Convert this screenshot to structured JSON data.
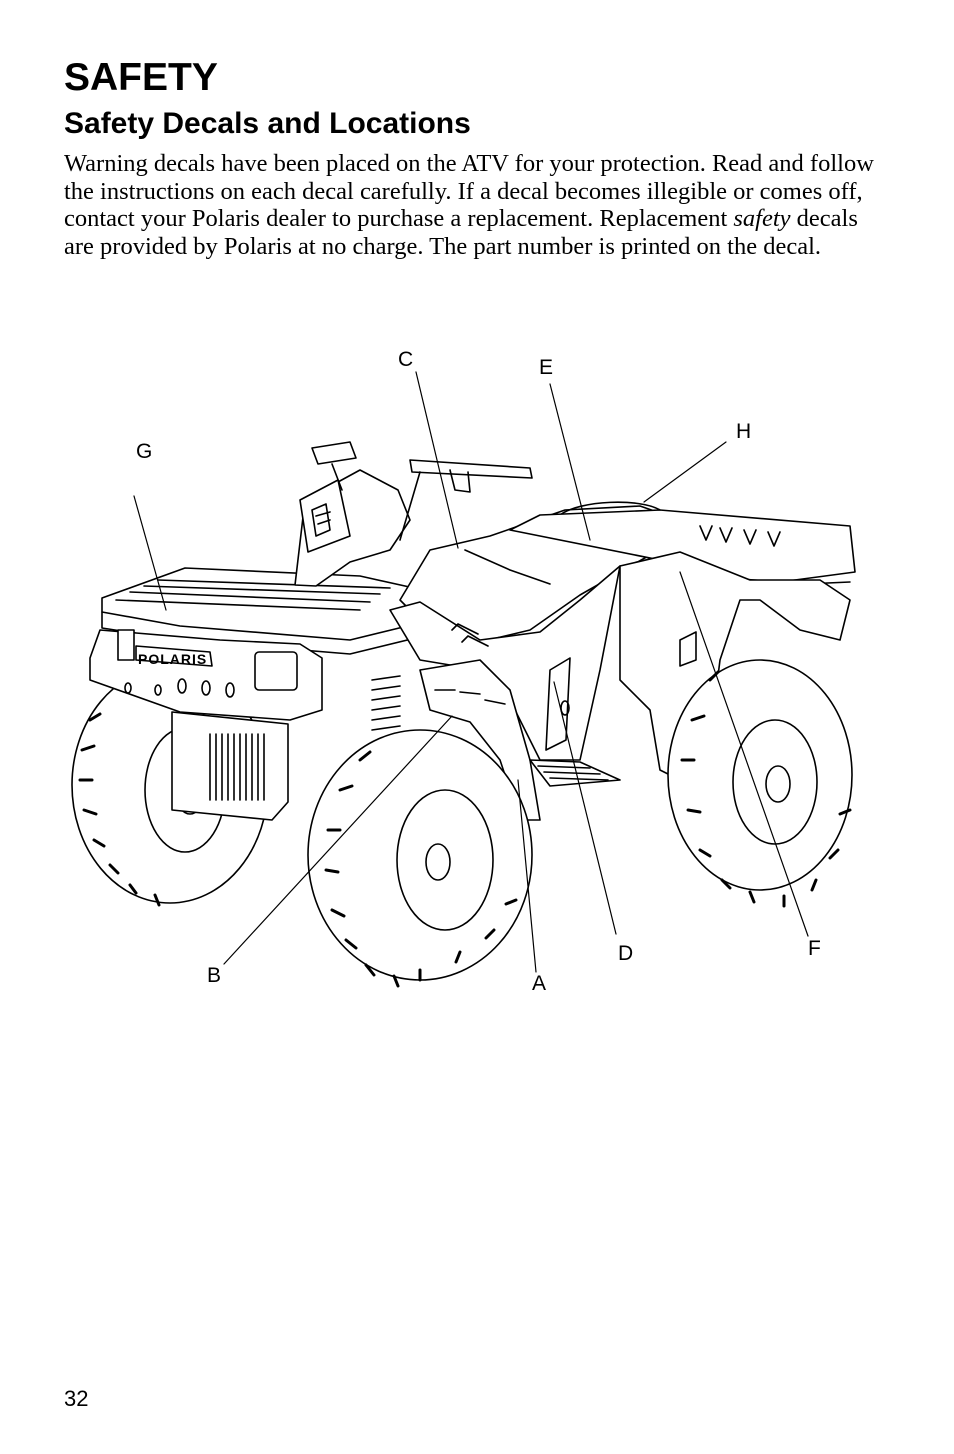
{
  "header": {
    "title": "SAFETY",
    "section": "Safety Decals and Locations"
  },
  "intro": {
    "part1": "Warning decals have been placed on the ATV for your protection. Read and follow the instructions on each decal carefully.  If a decal becomes illegible or comes off, contact your Polaris dealer to purchase a replacement. Replacement ",
    "emphasis": "safety",
    "part2": " decals are provided by Polaris at no charge.  The part number is printed on the decal."
  },
  "figure": {
    "brand_text": "POLARIS",
    "callouts": {
      "a": "A",
      "b": "B",
      "c": "C",
      "d": "D",
      "e": "E",
      "f": "F",
      "g": "G",
      "h": "H"
    }
  },
  "footer": {
    "page_number": "32"
  }
}
